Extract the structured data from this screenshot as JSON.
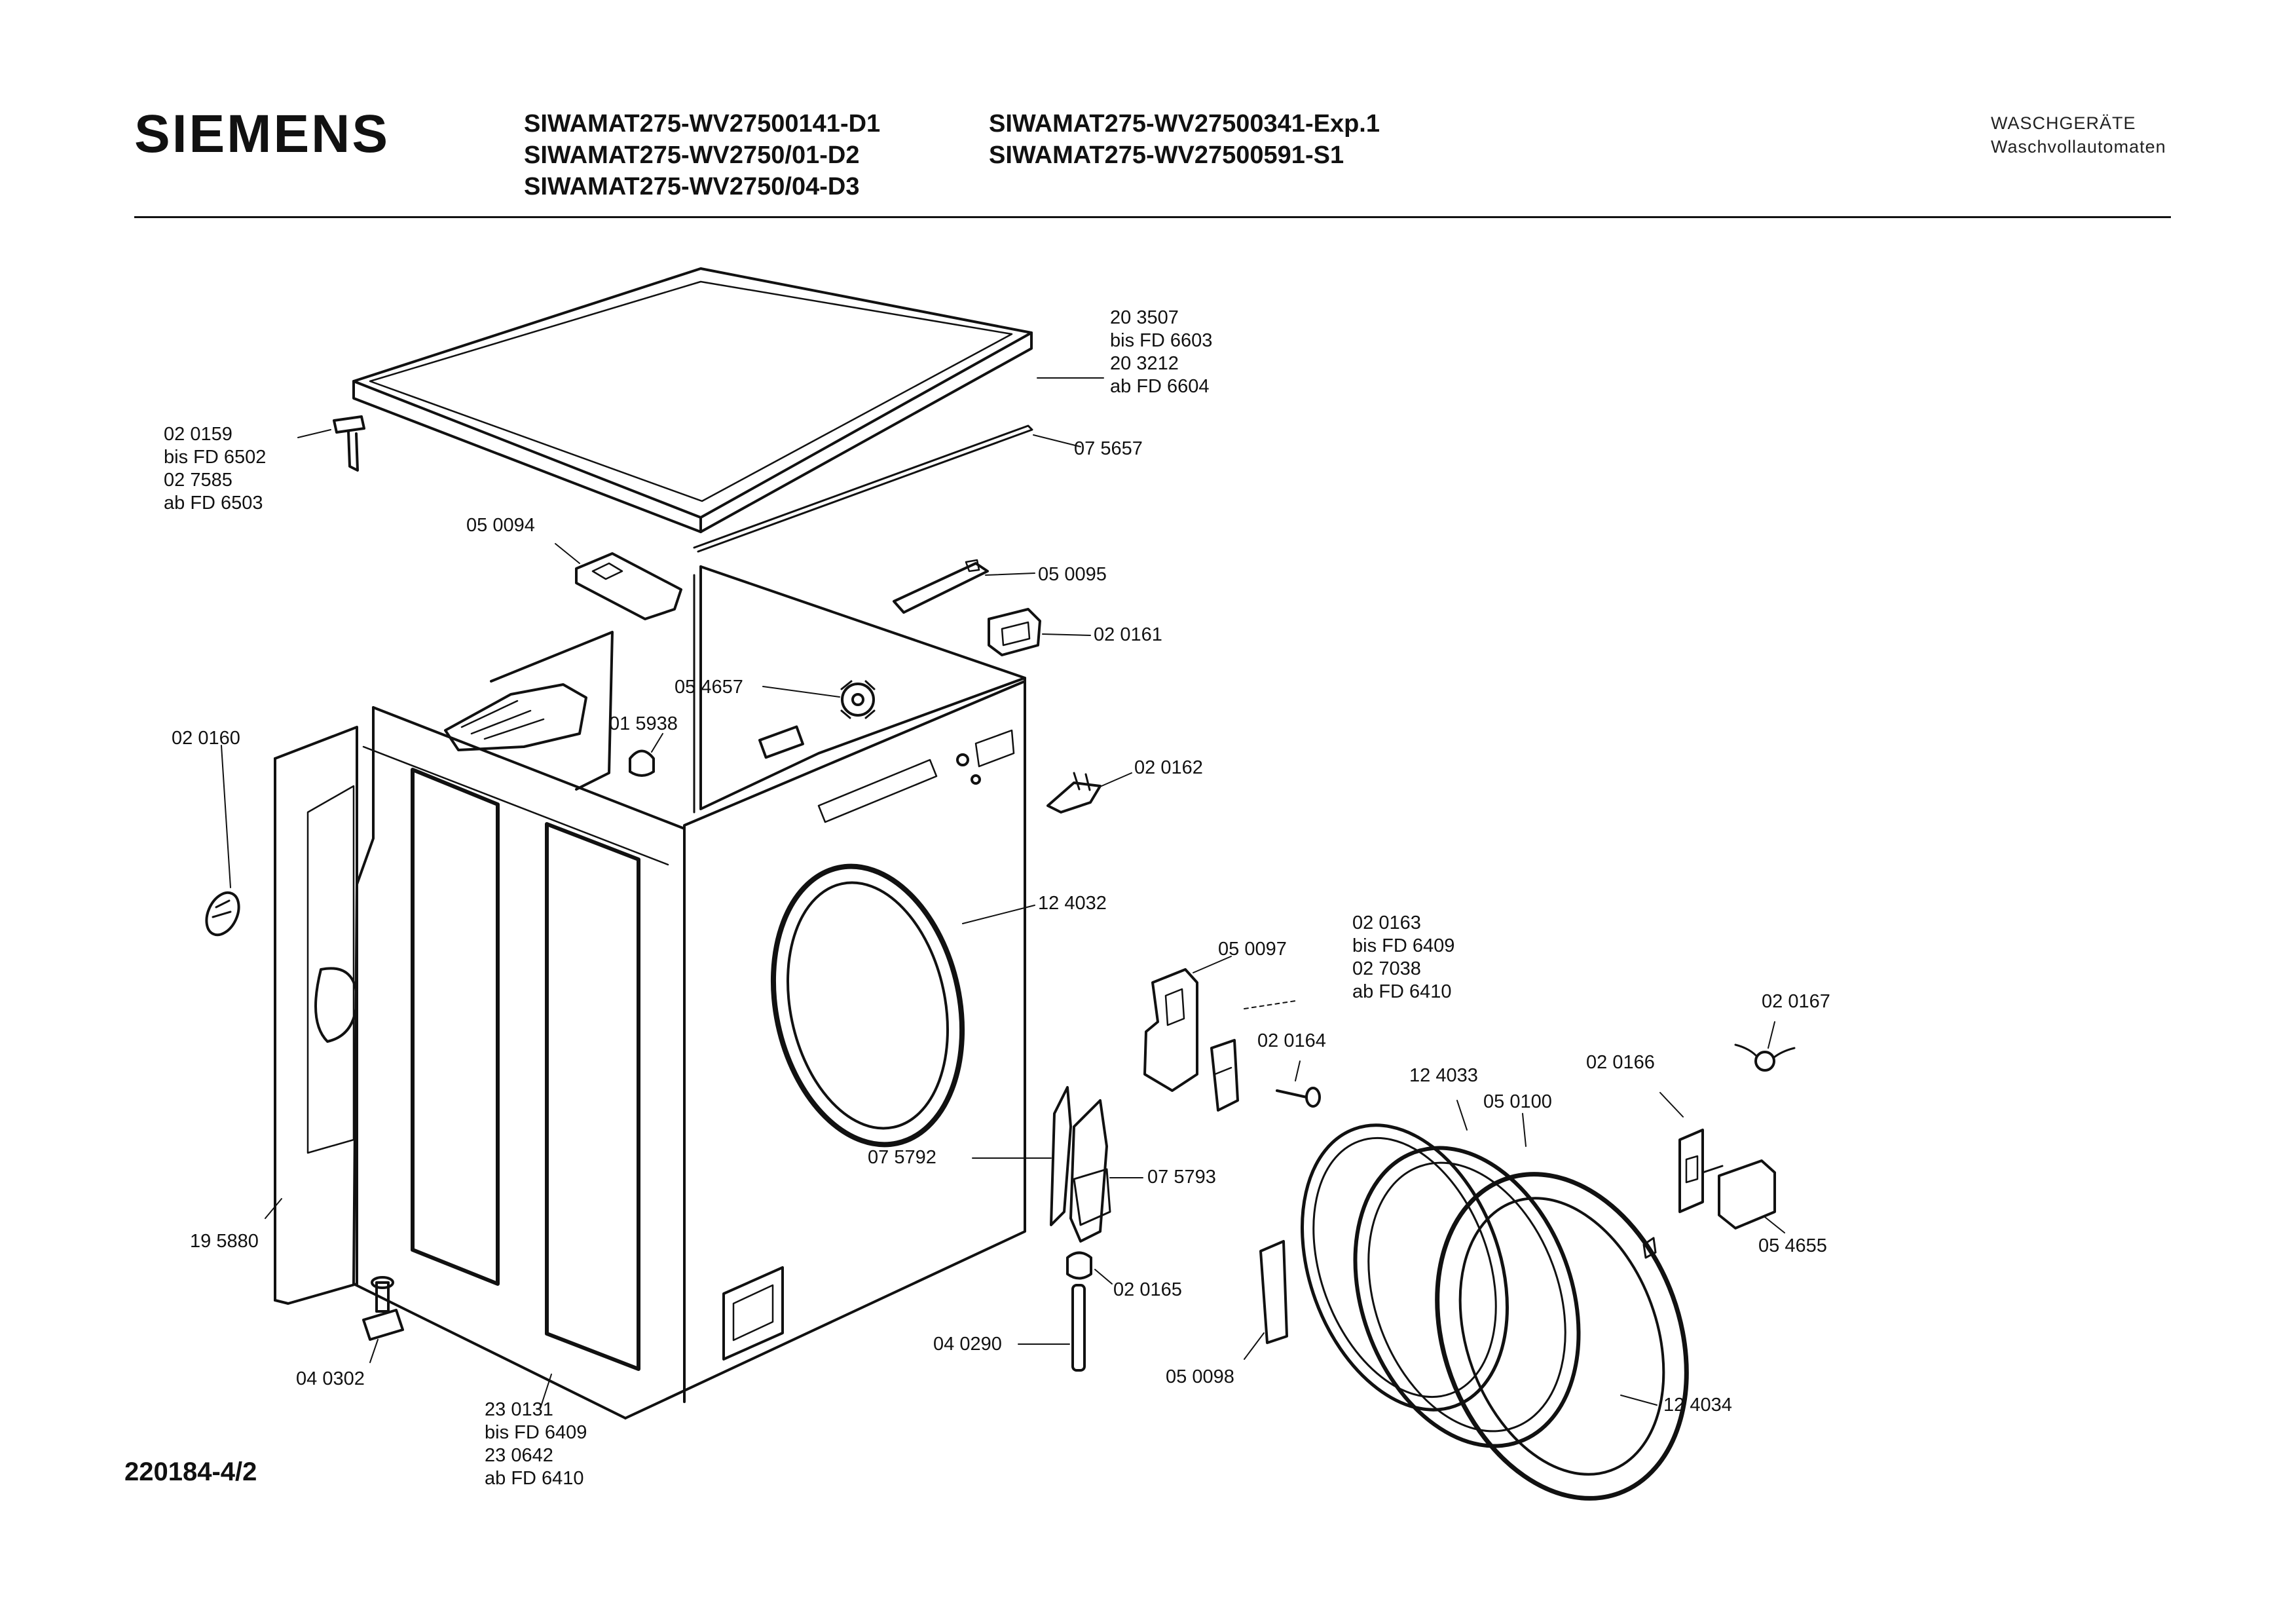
{
  "header": {
    "brand": "SIEMENS",
    "models_col1": [
      "SIWAMAT275-WV27500141-D1",
      "SIWAMAT275-WV2750/01-D2",
      "SIWAMAT275-WV2750/04-D3"
    ],
    "models_col2": [
      "SIWAMAT275-WV27500341-Exp.1",
      "SIWAMAT275-WV27500591-S1"
    ],
    "category": [
      "WASCHGERÄTE",
      "Waschvollautomaten"
    ]
  },
  "parts": {
    "top_cover": [
      "20 3507",
      "bis FD 6603",
      "20 3212",
      "ab FD 6604"
    ],
    "seal_strip": [
      "07 5657"
    ],
    "top_clip": [
      "02 0159",
      "bis FD 6502",
      "02 7585",
      "ab FD 6503"
    ],
    "bracket_left": [
      "05 0094"
    ],
    "rail_right": [
      "05 0095"
    ],
    "block_right": [
      "02 0161"
    ],
    "star_knob": [
      "05 4657"
    ],
    "cap": [
      "01 5938"
    ],
    "clip_right": [
      "02 0162"
    ],
    "grommet": [
      "02 0160"
    ],
    "door_ring_front": [
      "12 4032"
    ],
    "hinge_bracket": [
      "05 0097"
    ],
    "hinge_part": [
      "02 0163",
      "bis FD 6409",
      "02 7038",
      "ab FD 6410"
    ],
    "screw": [
      "02 0164"
    ],
    "wing_nut": [
      "02 0167"
    ],
    "door_inner_ring": [
      "12 4033"
    ],
    "door_glass_ring": [
      "05 0100"
    ],
    "latch_plate": [
      "02 0166"
    ],
    "door_handle": [
      "05 4655"
    ],
    "hinge_left_plate": [
      "07 5792"
    ],
    "hinge_right_plate": [
      "07 5793"
    ],
    "side_panel": [
      "19 5880"
    ],
    "foot_nut": [
      "02 0165"
    ],
    "pin": [
      "04 0290"
    ],
    "door_hinge_strap": [
      "05 0098"
    ],
    "door_outer_ring": [
      "12 4034"
    ],
    "foot": [
      "04 0302"
    ],
    "cabinet": [
      "23 0131",
      "bis FD 6409",
      "23 0642",
      "ab FD 6410"
    ]
  },
  "footer": {
    "code": "220184-4/2"
  }
}
